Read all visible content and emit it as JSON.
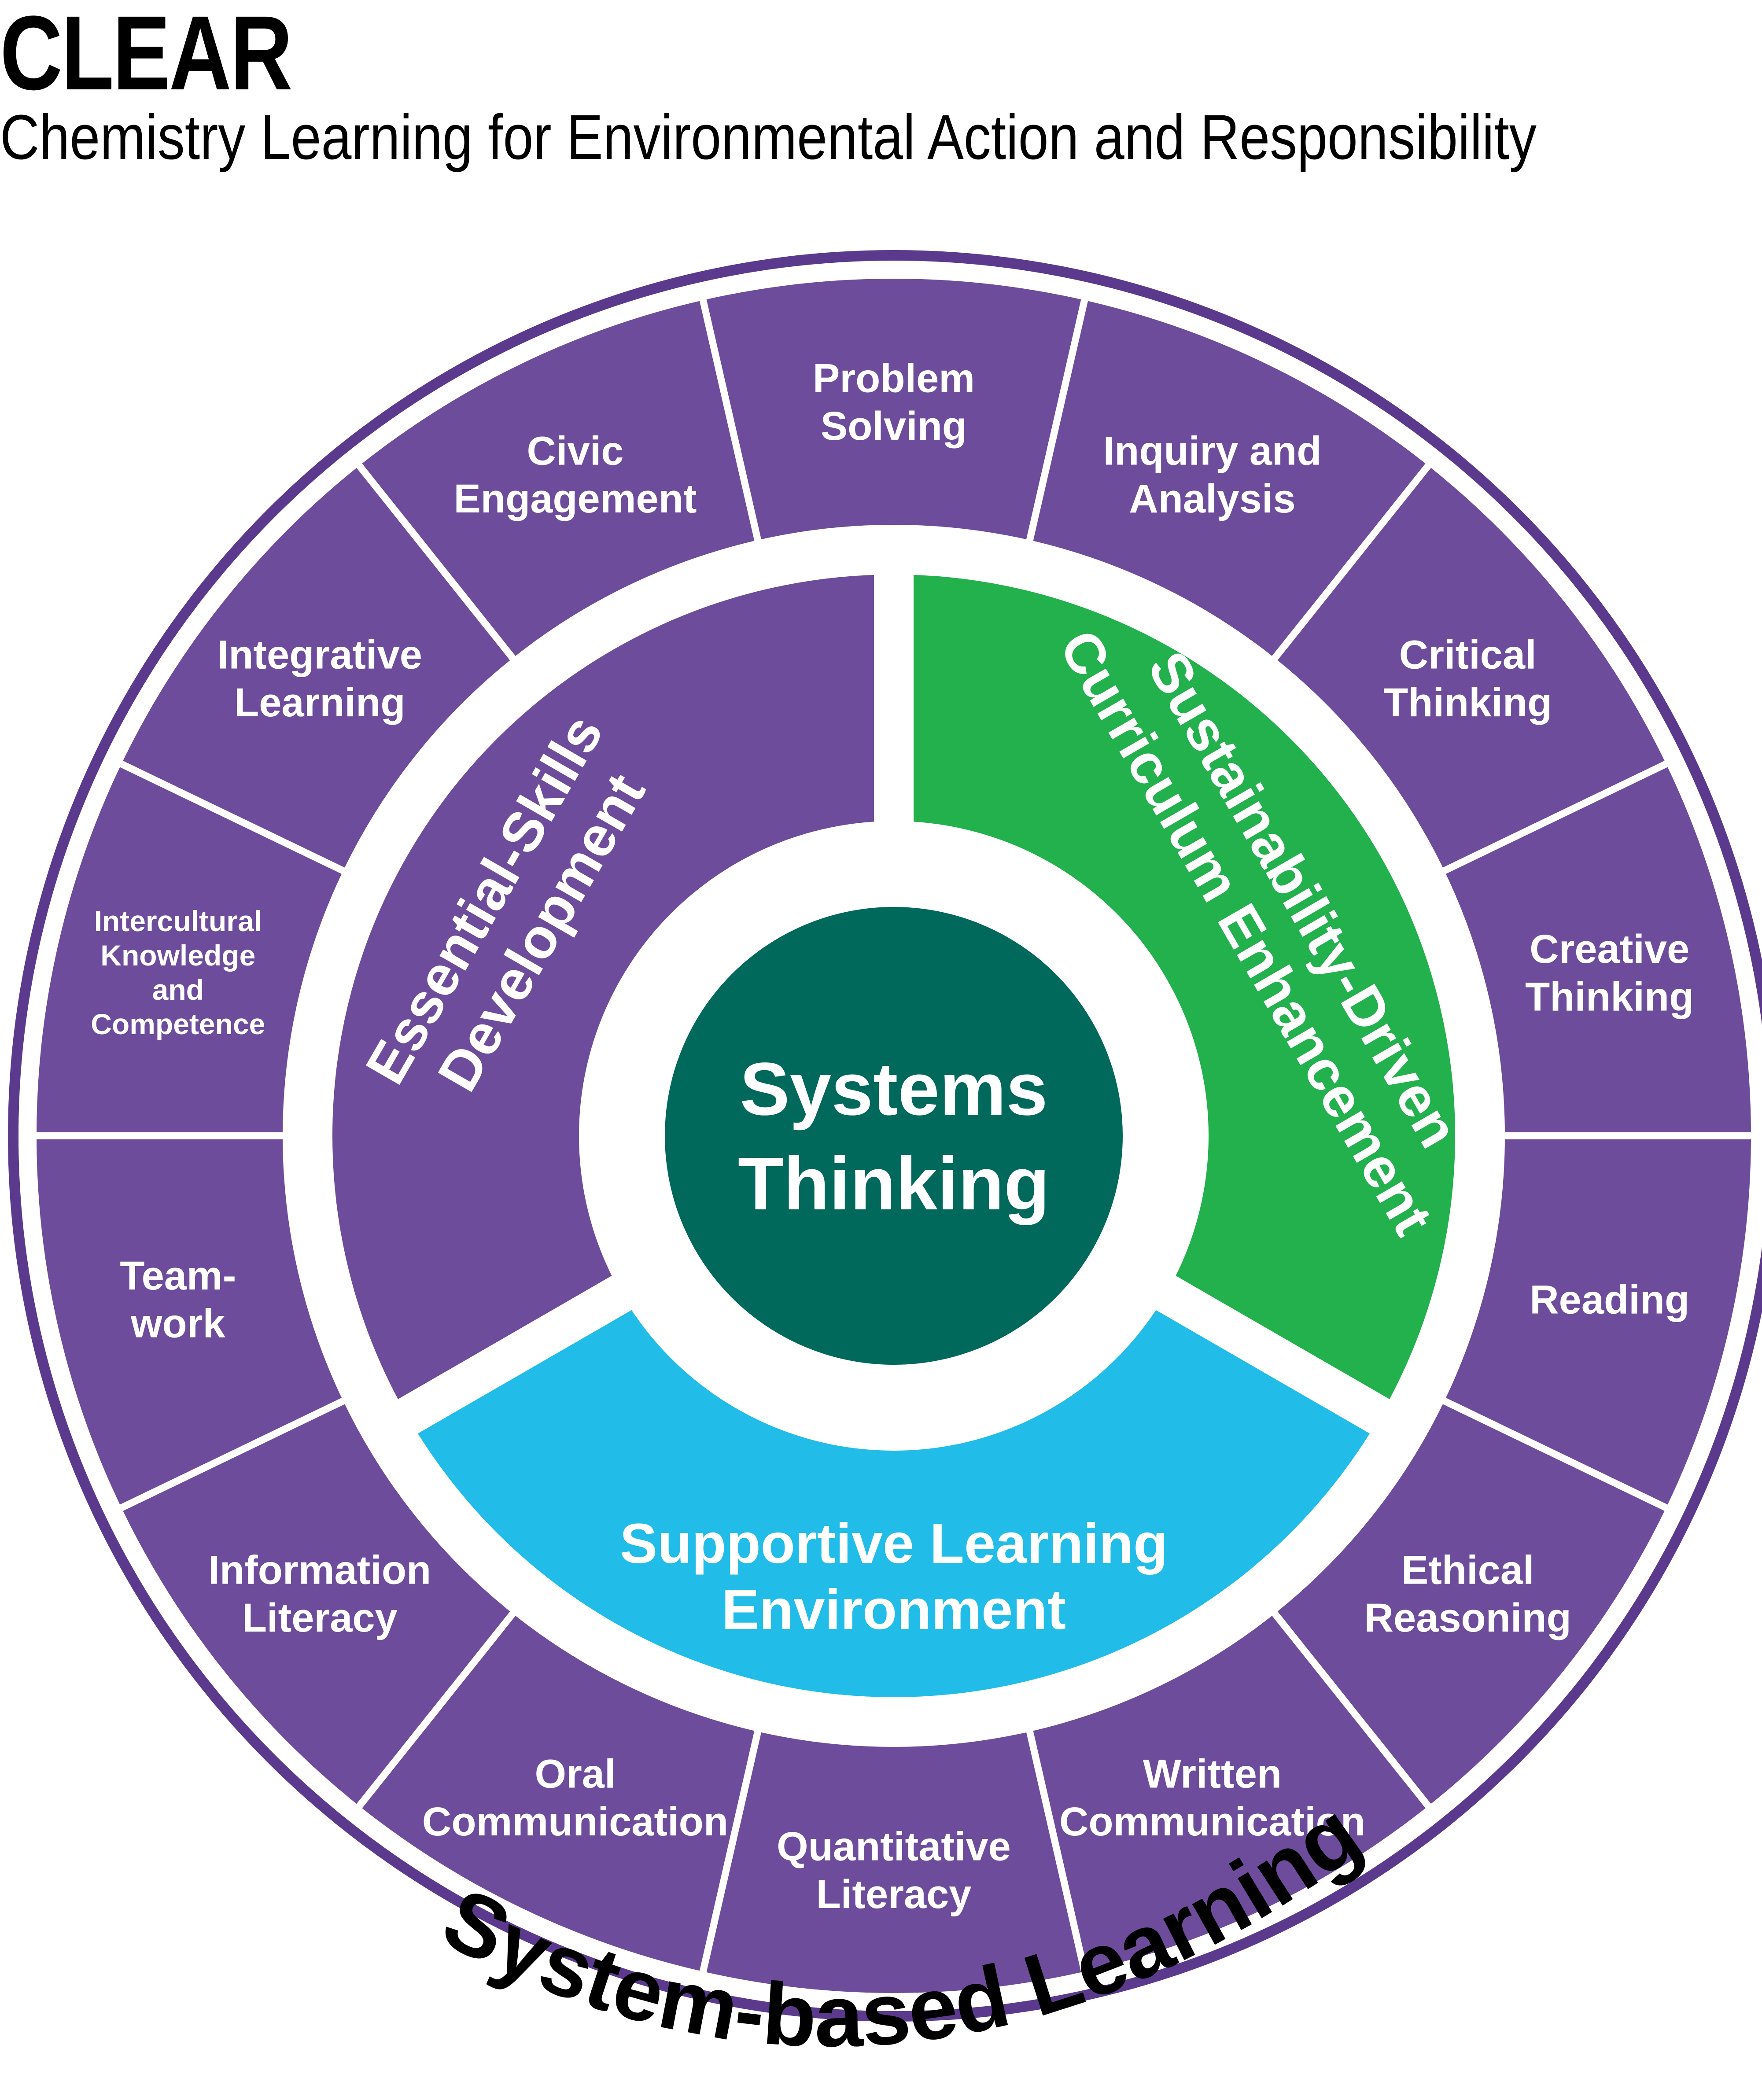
{
  "header": {
    "title": "CLEAR",
    "subtitle": "Chemistry Learning for Environmental Action and Responsibility"
  },
  "center": {
    "lines": [
      "Systems",
      "Thinking"
    ],
    "color": "#00695c"
  },
  "pillars": [
    {
      "id": "essential",
      "lines": [
        "Essential-Skills",
        "Development"
      ],
      "color": "#6e4c9c",
      "text_color": "#ffffff"
    },
    {
      "id": "sustainability",
      "lines": [
        "Sustainability-Driven",
        "Curriculum Enhancement"
      ],
      "color": "#22b14c",
      "text_color": "#ffffff"
    },
    {
      "id": "supportive",
      "lines": [
        "Supportive Learning",
        "Environment"
      ],
      "color": "#21bde8",
      "text_color": "#ffffff"
    }
  ],
  "outer_segments": [
    {
      "lines": [
        "Problem",
        "Solving"
      ]
    },
    {
      "lines": [
        "Inquiry and",
        "Analysis"
      ]
    },
    {
      "lines": [
        "Critical",
        "Thinking"
      ]
    },
    {
      "lines": [
        "Creative",
        "Thinking"
      ]
    },
    {
      "lines": [
        "Reading"
      ]
    },
    {
      "lines": [
        "Ethical",
        "Reasoning"
      ]
    },
    {
      "lines": [
        "Written",
        "Communication"
      ]
    },
    {
      "lines": [
        "Quantitative",
        "Literacy"
      ]
    },
    {
      "lines": [
        "Oral",
        "Communication"
      ]
    },
    {
      "lines": [
        "Information",
        "Literacy"
      ]
    },
    {
      "lines": [
        "Team-",
        "work"
      ]
    },
    {
      "lines": [
        "Intercultural",
        "Knowledge",
        "and",
        "Competence"
      ]
    },
    {
      "lines": [
        "Integrative",
        "Learning"
      ]
    },
    {
      "lines": [
        "Civic",
        "Engagement"
      ]
    }
  ],
  "ring_label": "System-based Learning",
  "colors": {
    "outer_segment": "#6e4c9c",
    "outer_ring": "#5b3a8e",
    "divider": "#ffffff",
    "ring_label": "#000000"
  }
}
